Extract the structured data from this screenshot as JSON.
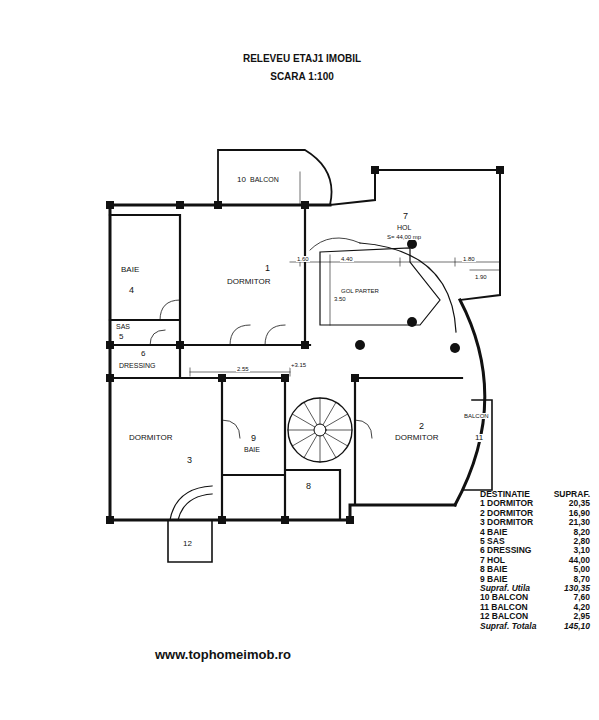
{
  "diagram": {
    "title": "RELEVEU ETAJ1 IMOBIL",
    "labels": [
      "SCARA 1:100",
      "10",
      "BALCON",
      "7",
      "HOL",
      "S= 44,00 mp",
      "GOL PARTER",
      "BAIE",
      "4",
      "1",
      "DORMITOR",
      "SAS",
      "5",
      "6",
      "DRESSING",
      "DORMITOR",
      "3",
      "9",
      "BAIE",
      "2",
      "DORMITOR",
      "BALCON",
      "11",
      "8",
      "12",
      "+3.15",
      "4.40",
      "1.80",
      "1.60",
      "1.90",
      "3.50",
      "2.55",
      "DESTINATIE",
      "SUPRAF.",
      "1 DORMITOR",
      "20,35",
      "2 DORMITOR",
      "16,90",
      "3 DORMITOR",
      "21,30",
      "4 BAIE",
      "8,20",
      "5 SAS",
      "2,80",
      "6 DRESSING",
      "3,10",
      "7 HOL",
      "44,00",
      "8 BAIE",
      "5,00",
      "9 BAIE",
      "8,70",
      "Supraf. Utila",
      "130,35",
      "10 BALCON",
      "7,60",
      "11 BALCON",
      "4,20",
      "12 BALCON",
      "2,95",
      "Supraf. Totala",
      "145,10",
      "www.tophomeimob.ro"
    ]
  }
}
